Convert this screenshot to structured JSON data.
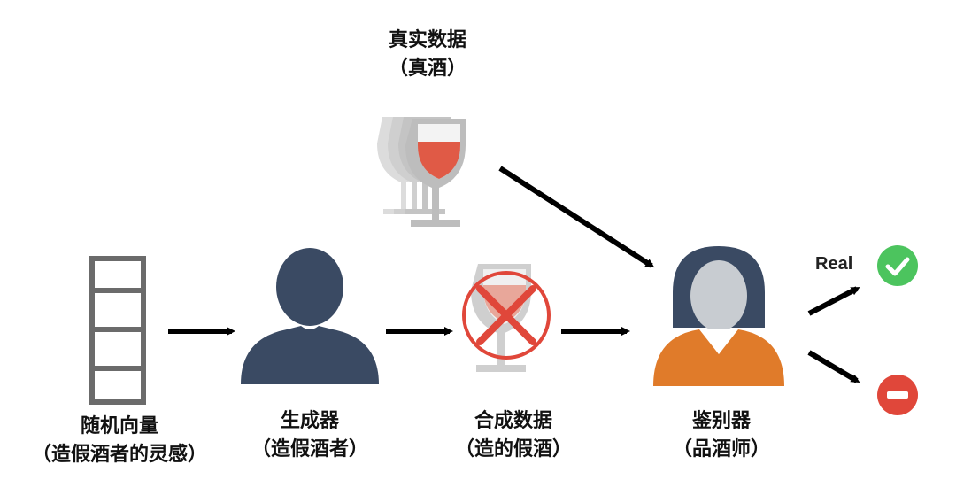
{
  "real_data": {
    "title": "真实数据",
    "sub": "（真酒）"
  },
  "noise": {
    "title": "随机向量",
    "sub": "（造假酒者的灵感）"
  },
  "generator": {
    "title": "生成器",
    "sub": "（造假酒者）"
  },
  "fake_data": {
    "title": "合成数据",
    "sub": "（造的假酒）"
  },
  "discriminator": {
    "title": "鉴别器",
    "sub": "（品酒师）"
  },
  "outputs": {
    "real_label": "Real"
  },
  "colors": {
    "wine": "#e05a46",
    "person_dark": "#3a4a63",
    "judge_orange": "#e07b2a",
    "check_green": "#4cc45e",
    "minus_red": "#e0473a"
  }
}
